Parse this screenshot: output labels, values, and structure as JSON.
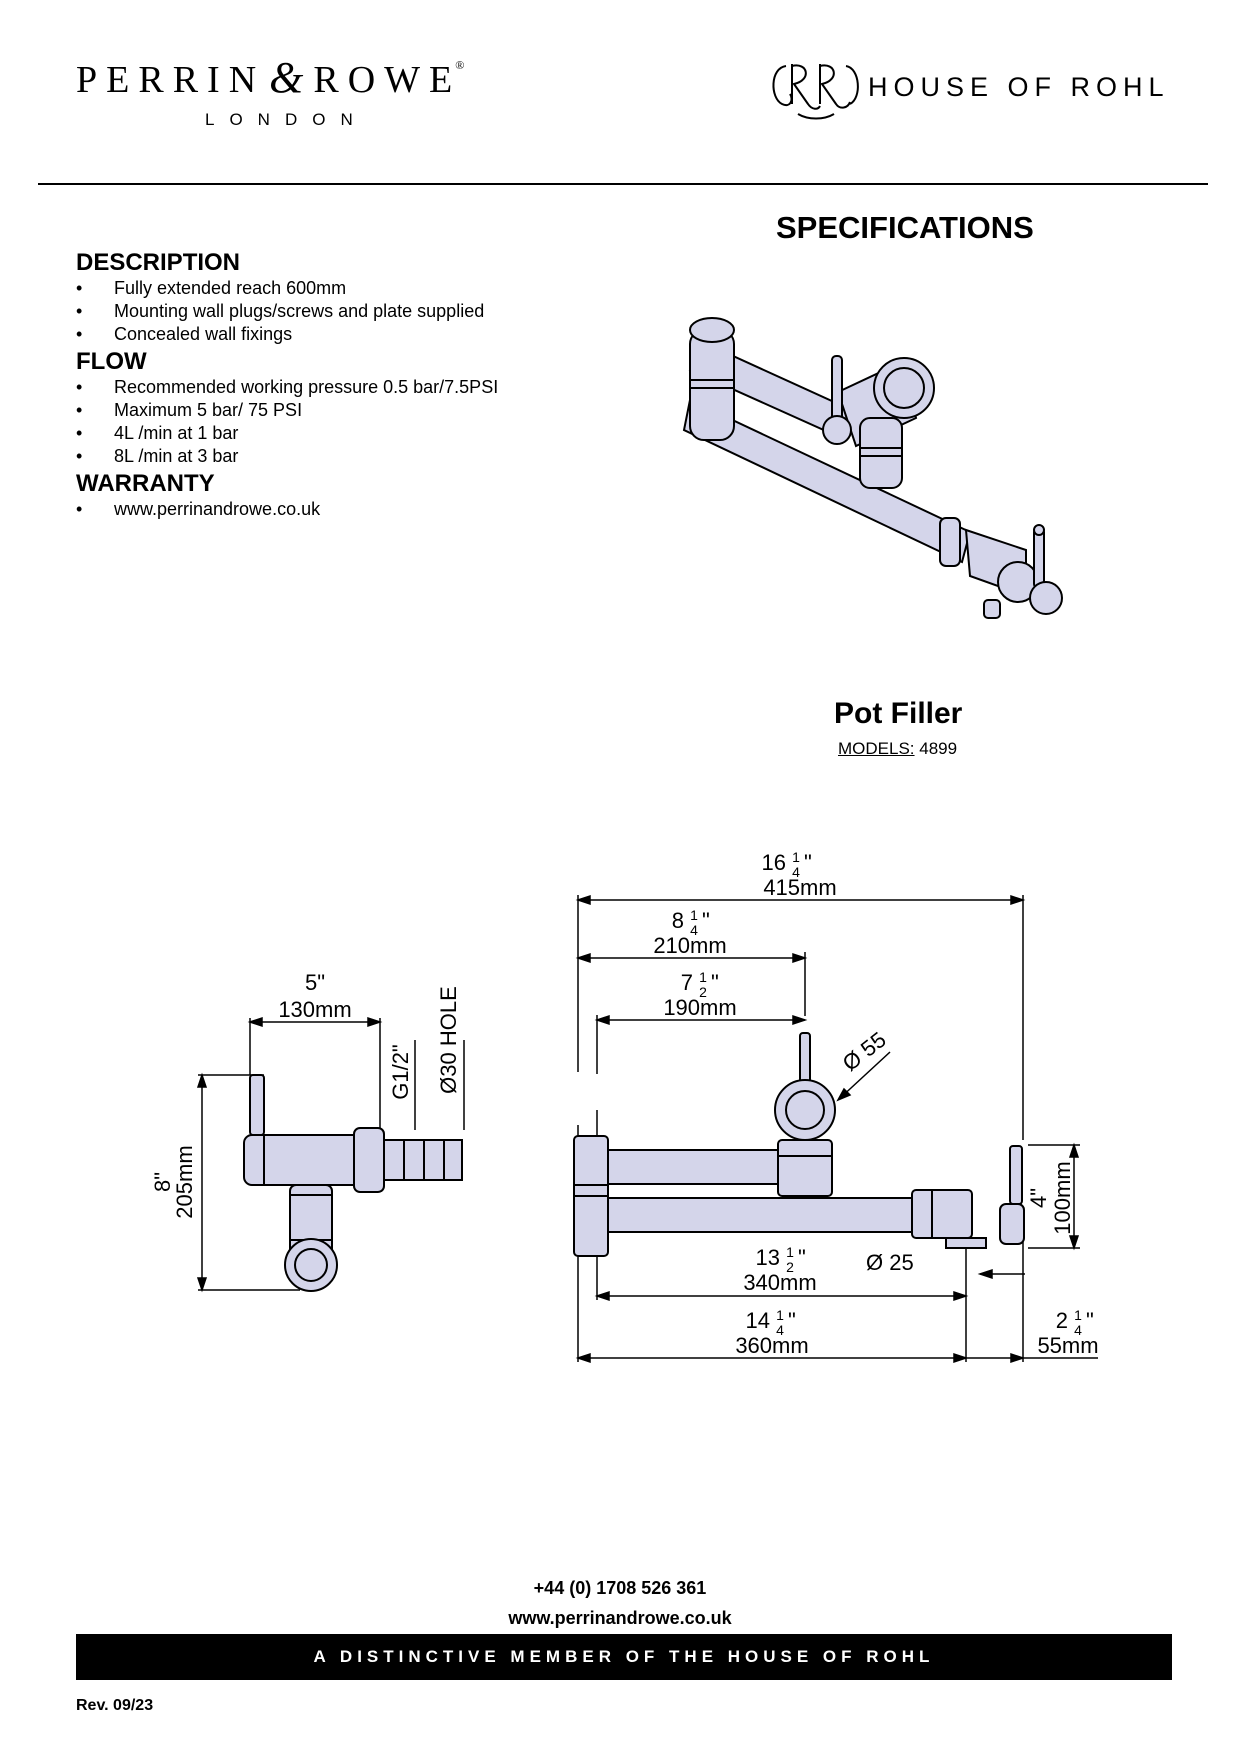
{
  "header": {
    "brand": "Perrin",
    "brand2": "Rowe",
    "amp": "&",
    "reg": "®",
    "brand_sub": "LONDON",
    "group_name": "HOUSE OF ROHL"
  },
  "title": "SPECIFICATIONS",
  "sections": {
    "description": {
      "heading": "DESCRIPTION",
      "items": [
        "Fully extended reach 600mm",
        "Mounting wall plugs/screws and plate supplied",
        "Concealed wall fixings"
      ]
    },
    "flow": {
      "heading": "FLOW",
      "items": [
        "Recommended working pressure 0.5 bar/7.5PSI",
        "Maximum 5 bar/ 75 PSI",
        "4L /min at 1 bar",
        "8L /min at 3 bar"
      ]
    },
    "warranty": {
      "heading": "WARRANTY",
      "items": [
        "www.perrinandrowe.co.uk"
      ]
    }
  },
  "product": {
    "name": "Pot Filler",
    "models_label": "MODELS:",
    "models_value": "4899"
  },
  "dimensions": {
    "side": {
      "width_in": "5\"",
      "width_mm": "130mm",
      "height_in": "8\"",
      "height_mm": "205mm",
      "thread": "G1/2\"",
      "hole": "Ø30 HOLE"
    },
    "front": {
      "overall_whole": "16",
      "overall_num": "1",
      "overall_den": "4",
      "overall_mm": "415mm",
      "a_whole": "8",
      "a_num": "1",
      "a_den": "4",
      "a_mm": "210mm",
      "b_whole": "7",
      "b_num": "1",
      "b_den": "2",
      "b_mm": "190mm",
      "dia_top": "Ø 55",
      "height_in": "4\"",
      "height_mm": "100mm",
      "c_whole": "13",
      "c_num": "1",
      "c_den": "2",
      "c_mm": "340mm",
      "dia_spout": "Ø 25",
      "d_whole": "14",
      "d_num": "1",
      "d_den": "4",
      "d_mm": "360mm",
      "e_whole": "2",
      "e_num": "1",
      "e_den": "4",
      "e_mm": "55mm",
      "inch": "\""
    }
  },
  "footer": {
    "phone": "+44 (0) 1708 526 361",
    "website": "www.perrinandrowe.co.uk",
    "tagline": "A DISTINCTIVE MEMBER OF THE HOUSE OF ROHL",
    "revision": "Rev. 09/23"
  }
}
